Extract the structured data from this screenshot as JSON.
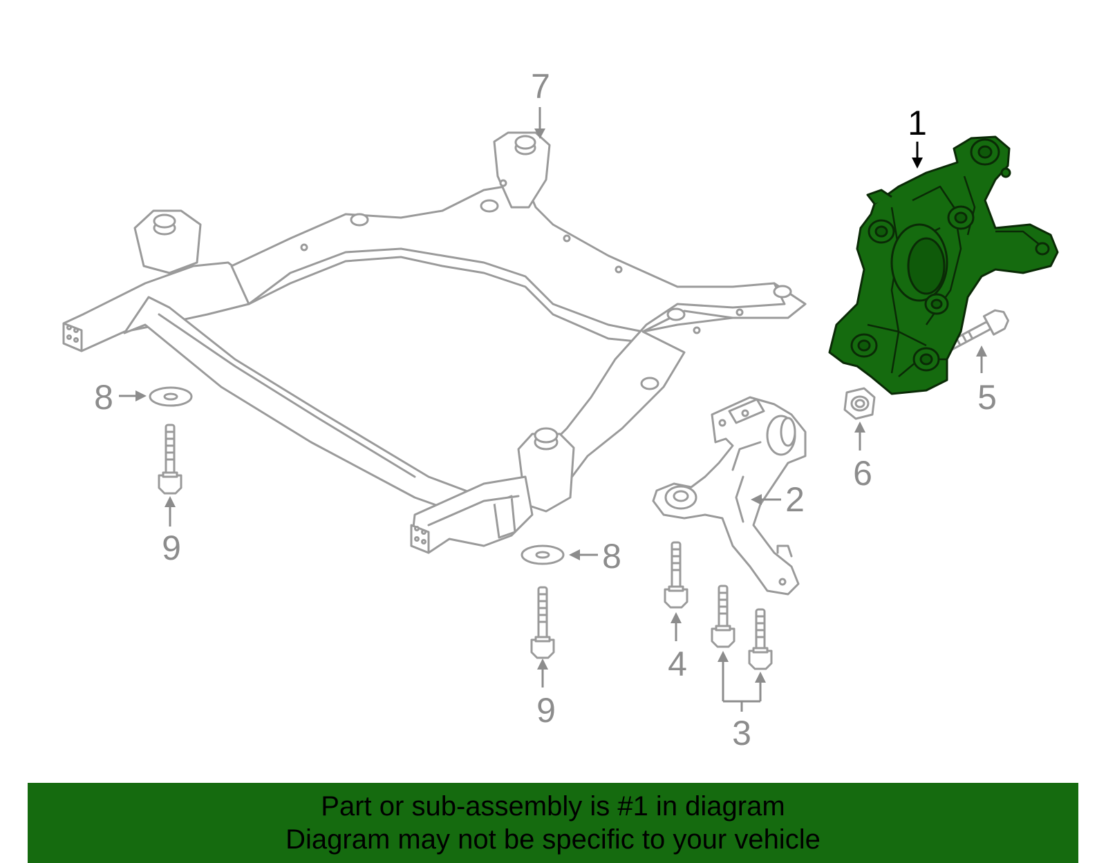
{
  "colors": {
    "highlight_fill": "#156b0f",
    "banner_bg": "#156b0f",
    "highlight_stroke": "#0a2a06",
    "part_stroke": "#9a9a9a",
    "callout_gray": "#8c8c8c",
    "callout_highlight": "#000000"
  },
  "callouts": {
    "c1": "1",
    "c2": "2",
    "c3": "3",
    "c4": "4",
    "c5": "5",
    "c6": "6",
    "c7": "7",
    "c8a": "8",
    "c8b": "8",
    "c9a": "9",
    "c9b": "9"
  },
  "banner": {
    "line1": "Part or sub-assembly is #1 in diagram",
    "line2": "Diagram may not be specific to your vehicle"
  }
}
